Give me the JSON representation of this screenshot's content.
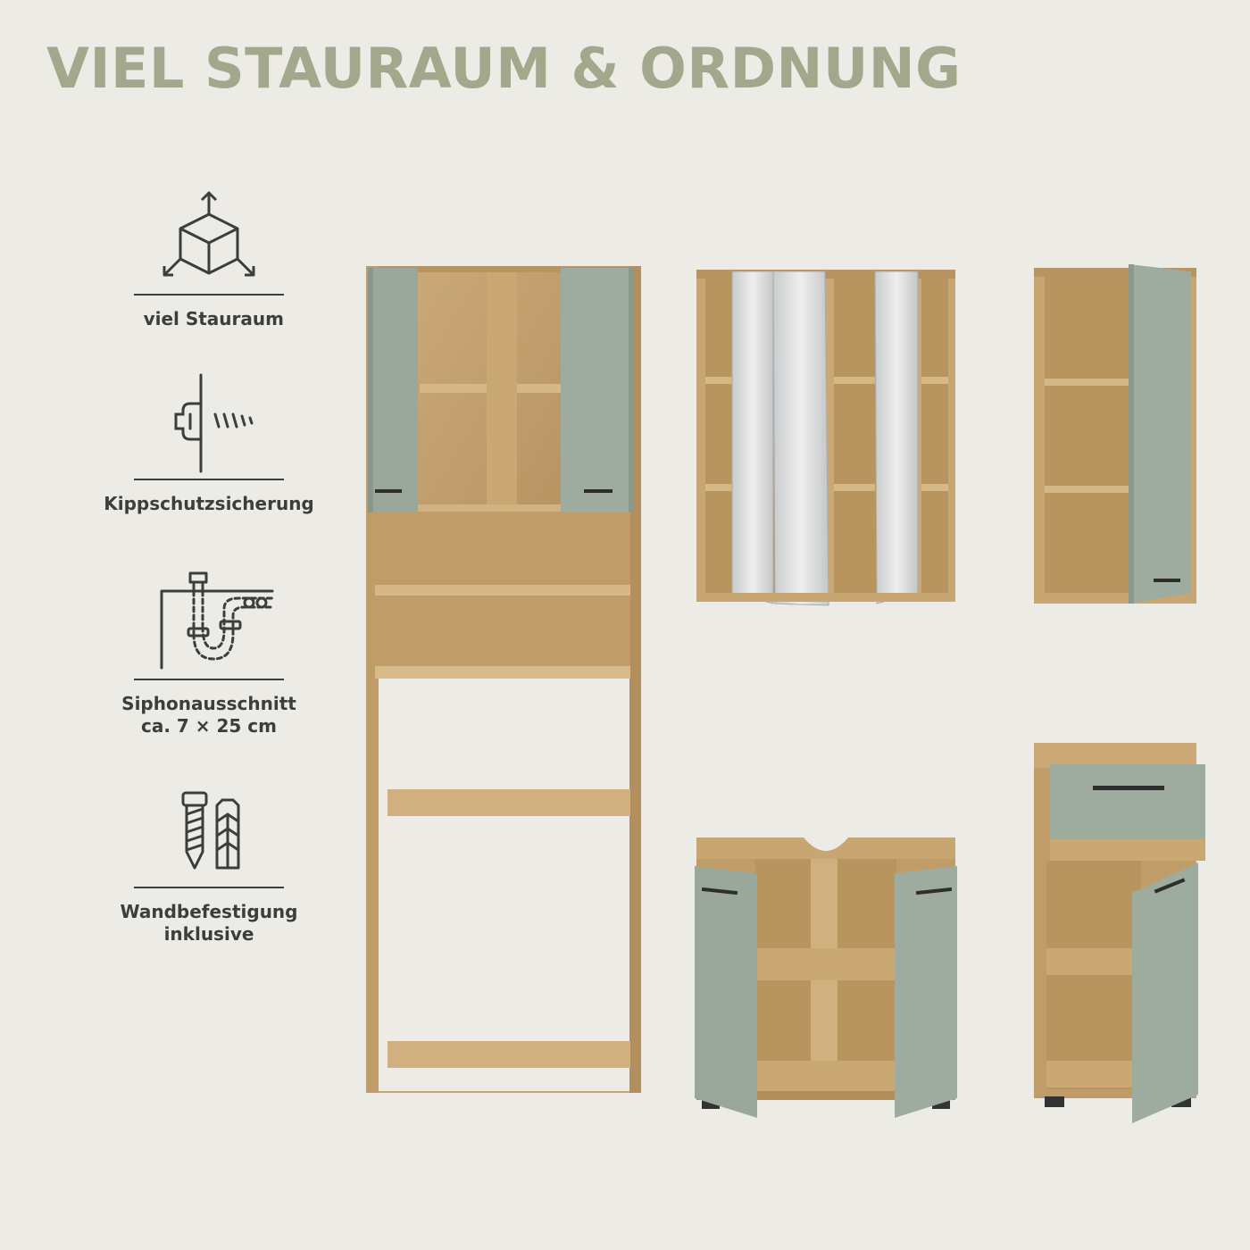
{
  "headline": "VIEL STAURAUM & ORDNUNG",
  "features": [
    {
      "icon": "cube-dimensions-icon",
      "label": ""
    },
    {
      "icon": "wall-anchor-screw-icon",
      "label": ""
    },
    {
      "icon": "siphon-pipe-icon",
      "label": ""
    },
    {
      "icon": "screw-dowel-icon",
      "label": ""
    }
  ],
  "feature_labels": {
    "storage": "viel Stauraum",
    "tip": "Kippschutzsicherung",
    "siphon_line1": "Siphonausschnitt",
    "siphon_line2": "ca. 7 × 25 cm",
    "wall_line1": "Wandbefestigung",
    "wall_line2": "inklusive"
  },
  "colors": {
    "headline": "#a3a78c",
    "background": "#ecebe5",
    "wood": "#c9a874",
    "wood_dark": "#b08d5a",
    "door_green": "#9aa89b",
    "mirror": "#d8d9da",
    "text": "#3d3d3d"
  }
}
